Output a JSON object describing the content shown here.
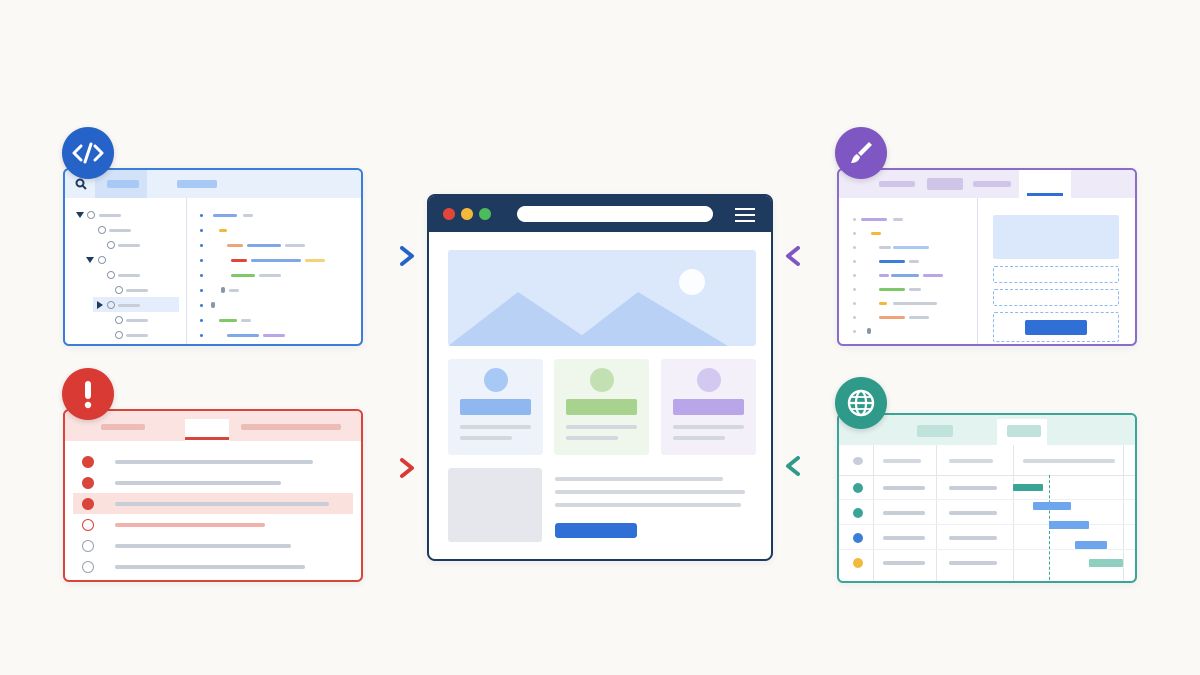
{
  "colors": {
    "background": "#faf9f6",
    "code_panel": "#3b7dd8",
    "design_panel": "#8b6cc9",
    "issues_panel": "#d9453b",
    "gantt_panel": "#3aa597",
    "browser_header": "#1f3a5f",
    "primary_button": "#2f6fd6"
  },
  "icons": {
    "code_badge": "code-brackets-icon",
    "design_badge": "paintbrush-icon",
    "issues_badge": "exclamation-icon",
    "gantt_badge": "globe-icon"
  },
  "browser": {
    "window_controls": [
      "#e2463b",
      "#f2b93b",
      "#4cbb5a"
    ],
    "cards": [
      {
        "color": "#8fb8f0"
      },
      {
        "color": "#a8d38f"
      },
      {
        "color": "#b9a6e8"
      }
    ]
  },
  "issues": {
    "rows": [
      {
        "state": "open"
      },
      {
        "state": "open"
      },
      {
        "state": "open",
        "selected": true
      },
      {
        "state": "closed",
        "highlight": true
      },
      {
        "state": "closed"
      },
      {
        "state": "closed"
      }
    ]
  },
  "gantt": {
    "rows": [
      {
        "status_color": "#3aa597"
      },
      {
        "status_color": "#3aa597"
      },
      {
        "status_color": "#3b7dd8"
      },
      {
        "status_color": "#f2b93b"
      }
    ]
  }
}
